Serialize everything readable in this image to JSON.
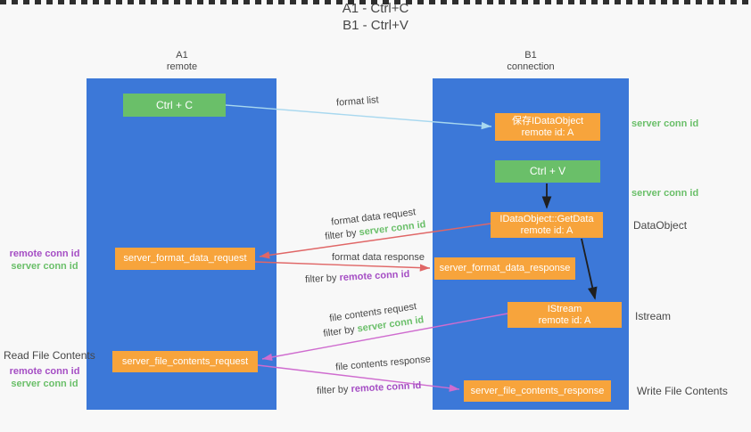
{
  "title": {
    "line1": "A1 - Ctrl+C",
    "line2": "B1 - Ctrl+V"
  },
  "lanes": {
    "left": {
      "name": "A1",
      "role": "remote"
    },
    "right": {
      "name": "B1",
      "role": "connection"
    }
  },
  "boxes": {
    "ctrl_c": {
      "label": "Ctrl + C"
    },
    "ctrl_v": {
      "label": "Ctrl + V"
    },
    "save_dataobject": {
      "line1": "保存IDataObject",
      "line2": "remote id: A"
    },
    "getdata": {
      "line1": "IDataObject::GetData",
      "line2": "remote id: A"
    },
    "istream": {
      "line1": "IStream",
      "line2": "remote id: A"
    },
    "format_request": {
      "label": "server_format_data_request"
    },
    "format_response": {
      "label": "server_format_data_response"
    },
    "file_request": {
      "label": "server_file_contents_request"
    },
    "file_response": {
      "label": "server_file_contents_response"
    }
  },
  "arrows": {
    "format_list": {
      "label": "format list"
    },
    "format_data_request": {
      "label": "format data request",
      "filter_prefix": "filter by",
      "filter_key": "server conn id"
    },
    "format_data_response": {
      "label": "format data response",
      "filter_prefix": "filter by",
      "filter_key": "remote conn id"
    },
    "file_contents_request": {
      "label": "file contents request",
      "filter_prefix": "filter by",
      "filter_key": "server conn id"
    },
    "file_contents_response": {
      "label": "file contents response",
      "filter_prefix": "filter by",
      "filter_key": "remote conn id"
    }
  },
  "side_labels": {
    "server_conn_id_top": "server conn id",
    "server_conn_id_mid": "server conn id",
    "dataobject": "DataObject",
    "istream": "Istream",
    "read_file_contents": "Read File Contents",
    "write_file_contents": "Write File Contents",
    "left_format": {
      "remote": "remote conn id",
      "server": "server conn id"
    },
    "left_file": {
      "remote": "remote conn id",
      "server": "server conn id"
    }
  },
  "colors": {
    "lane_blue": "#3c78d8",
    "box_green": "#6abf69",
    "box_orange": "#f7a43c",
    "text_green": "#6abf69",
    "text_purple": "#a54ec4",
    "arrow_blue": "#a8d8ef",
    "arrow_red": "#e06666",
    "arrow_magenta": "#cf6ccf",
    "arrow_black": "#1f1f1f"
  }
}
